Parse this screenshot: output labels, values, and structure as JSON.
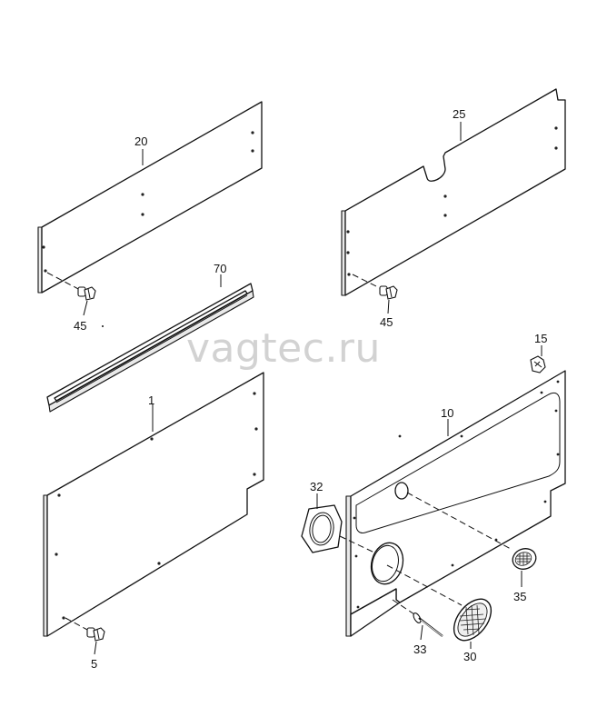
{
  "watermark": "vagtec.ru",
  "callouts": {
    "p20": "20",
    "p25": "25",
    "p70": "70",
    "p45a": "45",
    "p45b": "45",
    "p15": "15",
    "p1": "1",
    "p10": "10",
    "p32": "32",
    "p35": "35",
    "p33": "33",
    "p30": "30",
    "p5": "5"
  }
}
